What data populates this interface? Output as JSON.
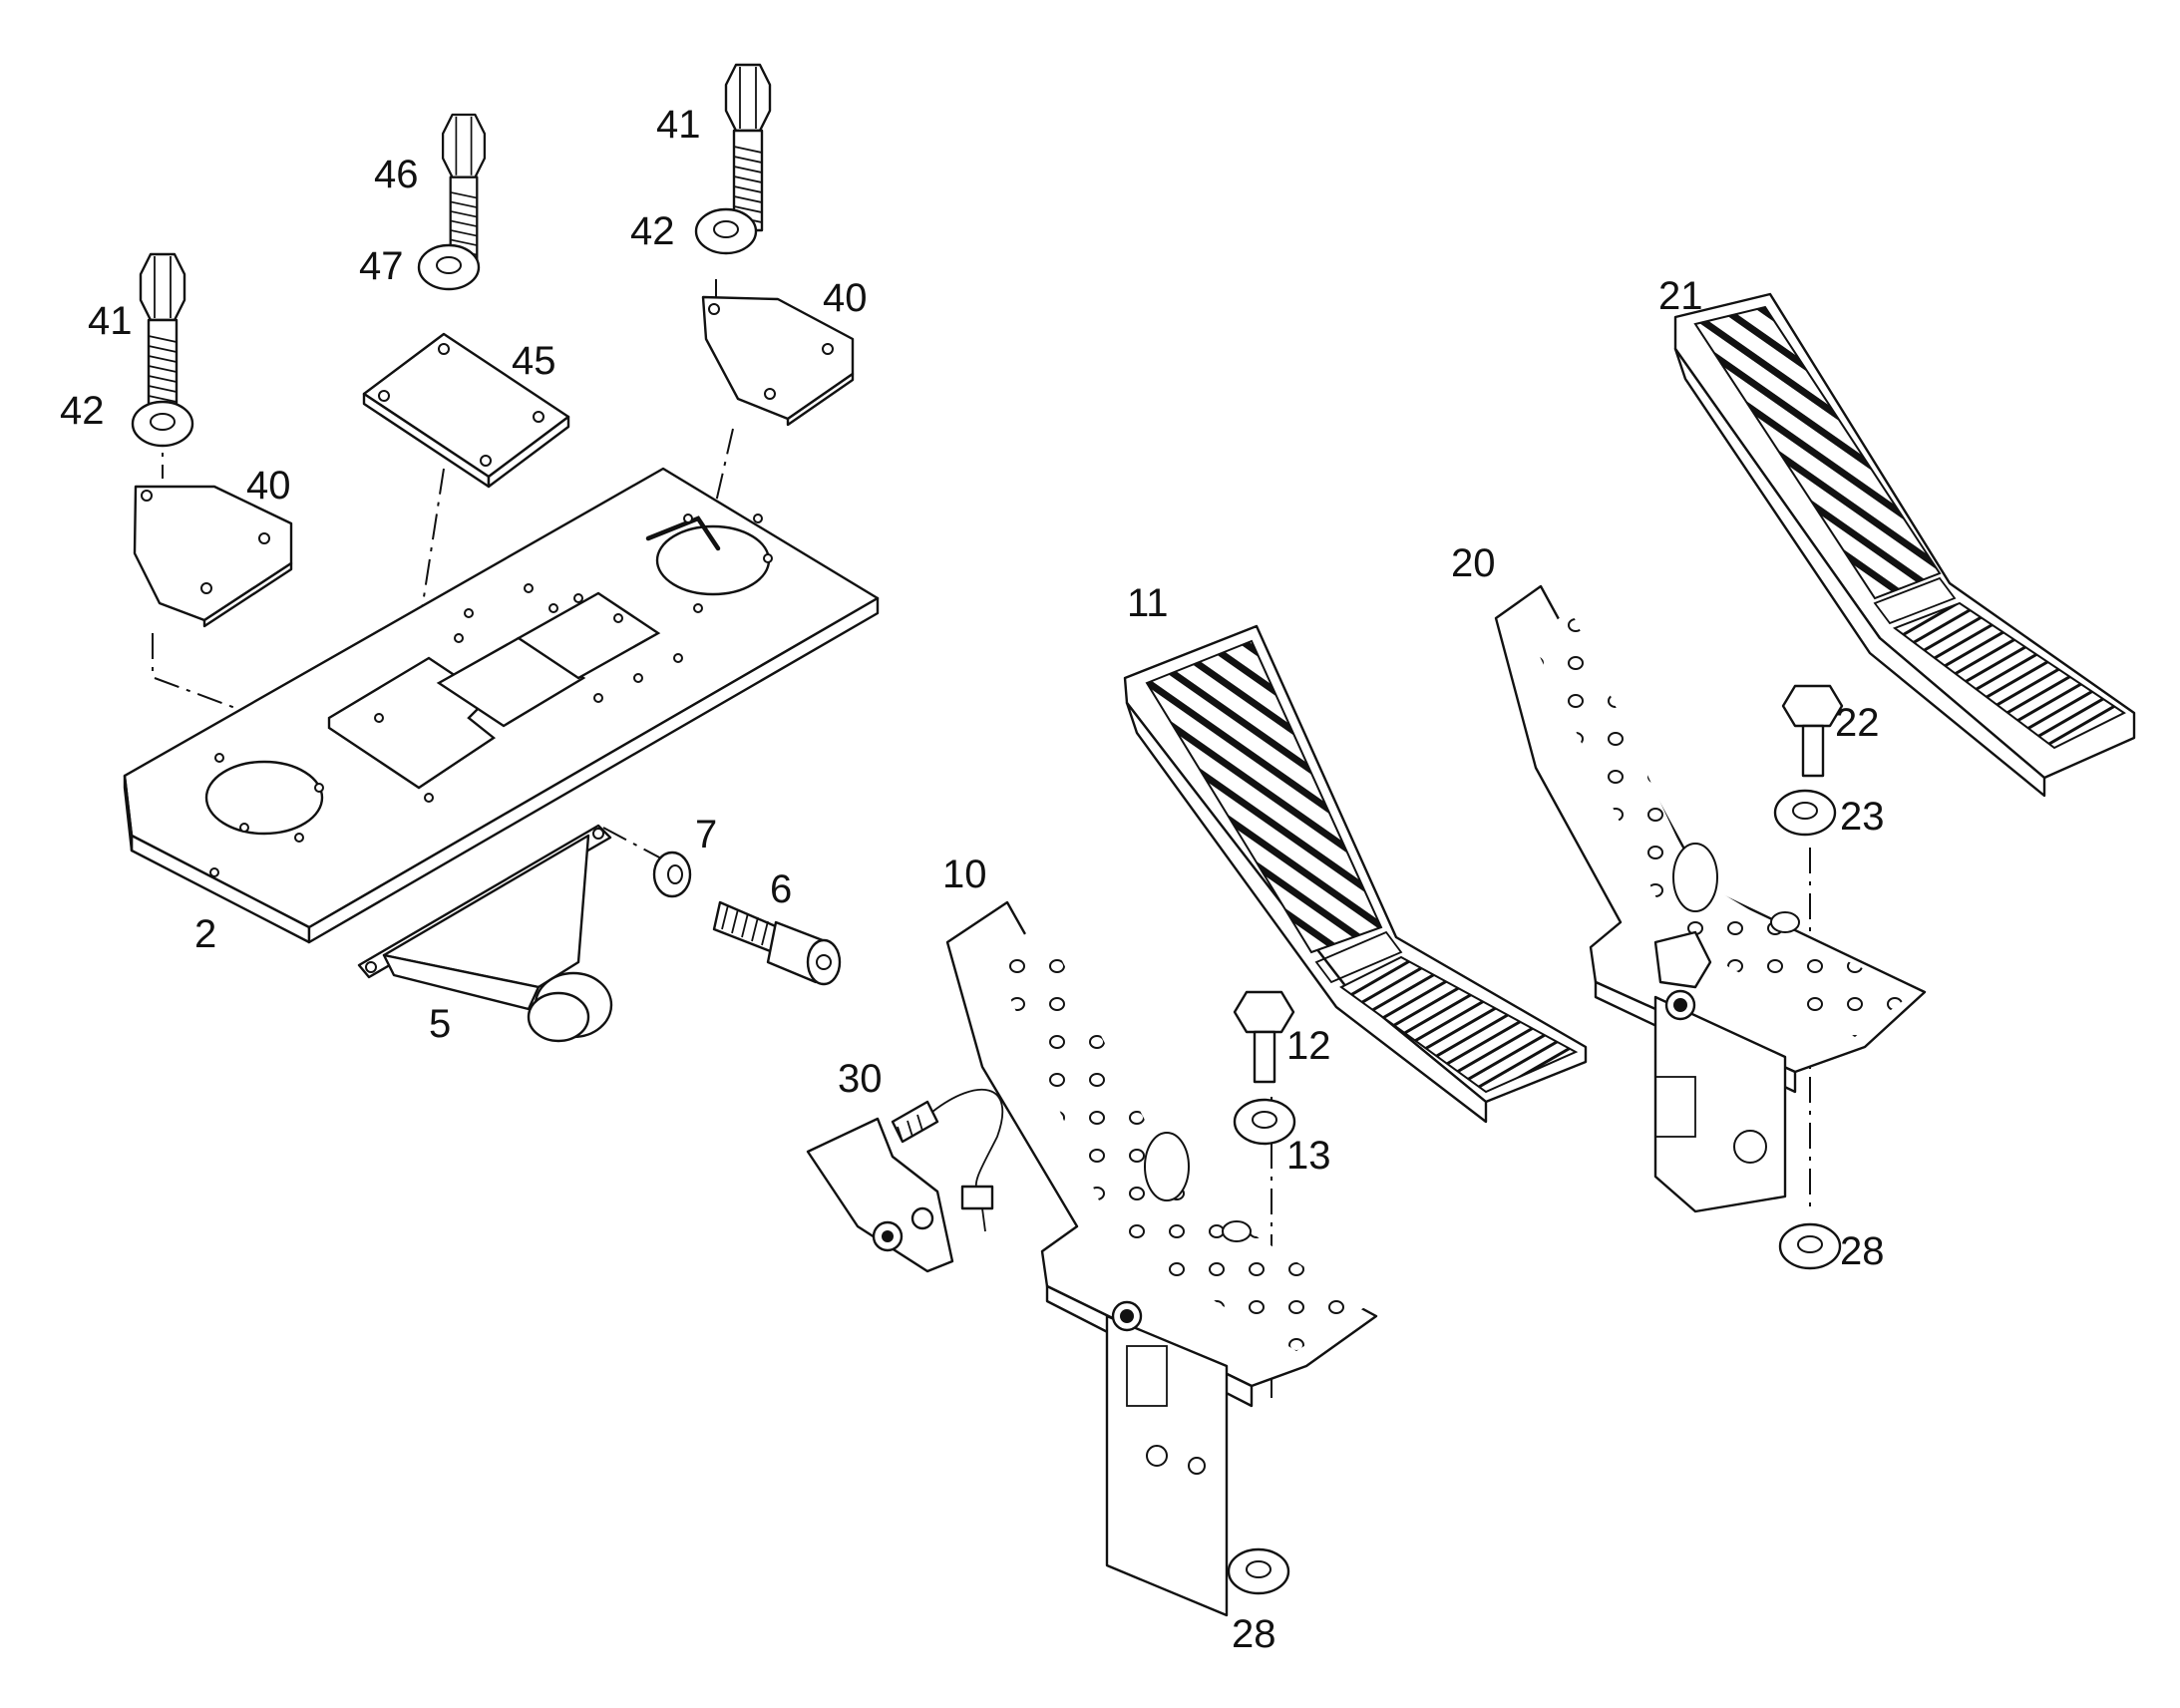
{
  "callouts": {
    "c41a": "41",
    "c42a": "42",
    "c40a": "40",
    "c46": "46",
    "c47": "47",
    "c45": "45",
    "c41b": "41",
    "c42b": "42",
    "c40b": "40",
    "c2": "2",
    "c5": "5",
    "c7": "7",
    "c6": "6",
    "c10": "10",
    "c11": "11",
    "c12": "12",
    "c13": "13",
    "c28a": "28",
    "c30": "30",
    "c20": "20",
    "c21": "21",
    "c22": "22",
    "c23": "23",
    "c28b": "28"
  }
}
